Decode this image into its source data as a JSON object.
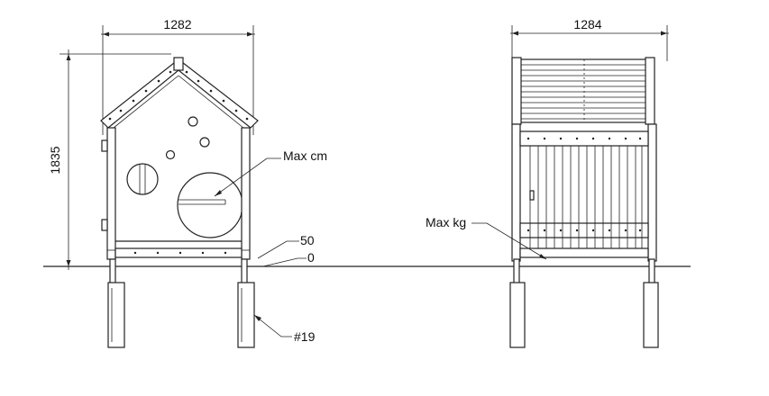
{
  "dimensions": {
    "front_width": "1282",
    "side_width": "1284",
    "height": "1835"
  },
  "labels": {
    "max_cm": "Max cm",
    "max_kg": "Max kg",
    "level_top": "50",
    "level_ground": "0",
    "post_ref": "#19"
  }
}
